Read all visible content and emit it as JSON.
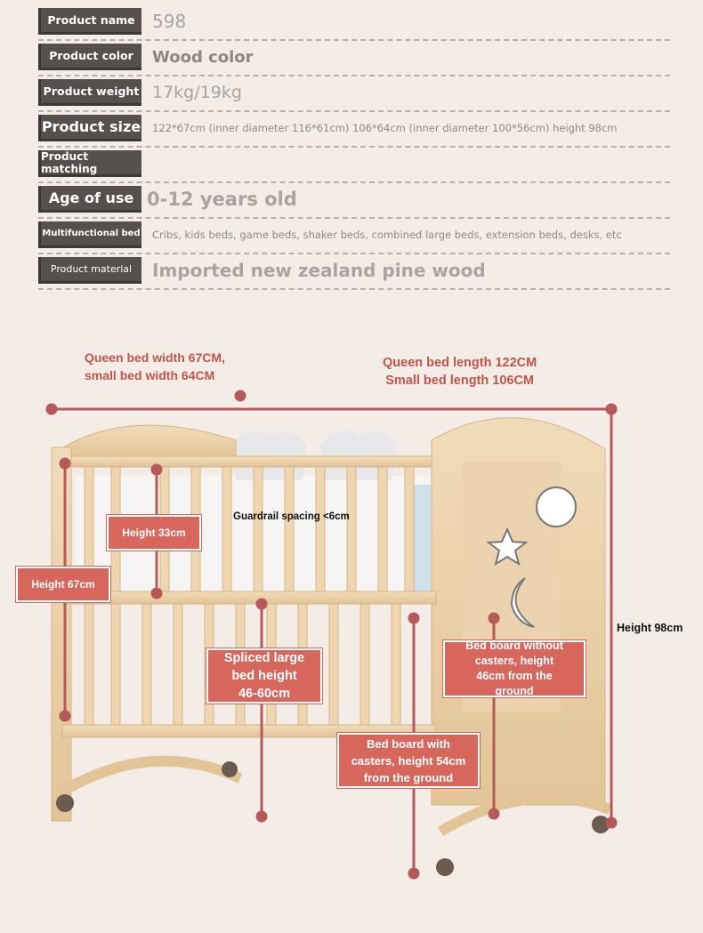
{
  "specs": [
    {
      "label": "Product name",
      "value": "598"
    },
    {
      "label": "Product color",
      "value": "Wood color"
    },
    {
      "label": "Product weight",
      "value": "17kg/19kg"
    },
    {
      "label": "Product size",
      "value": "122*67cm (inner diameter 116*61cm) 106*64cm (inner diameter 100*56cm) height 98cm"
    },
    {
      "label": "Product matching",
      "value": ""
    },
    {
      "label": "Age of use",
      "value": "0-12 years old"
    },
    {
      "label": "Multifunctional bed",
      "value": "Cribs, kids beds, game beds, shaker beds, combined large beds, extension beds, desks, etc"
    },
    {
      "label": "Product material",
      "value": "Imported new zealand pine wood"
    }
  ],
  "callouts": {
    "width": "Queen bed width 67CM,\nsmall bed width 64CM",
    "length": "Queen bed length 122CM\nSmall bed length 106CM",
    "height_33": "Height 33cm",
    "height_67": "Height 67cm",
    "guardrail": "Guardrail spacing <6cm",
    "height_98": "Height 98cm",
    "spliced": "Spliced large\nbed height\n46-60cm",
    "board_no_casters": "Bed board without\ncasters, height\n46cm from the\nground",
    "board_casters": "Bed board with\ncasters, height 54cm\nfrom the ground"
  },
  "colors": {
    "accent": "#d7675c",
    "dimension_line": "#b55a58",
    "label_bg": "#55504d",
    "wood": "#e9cfa8"
  }
}
